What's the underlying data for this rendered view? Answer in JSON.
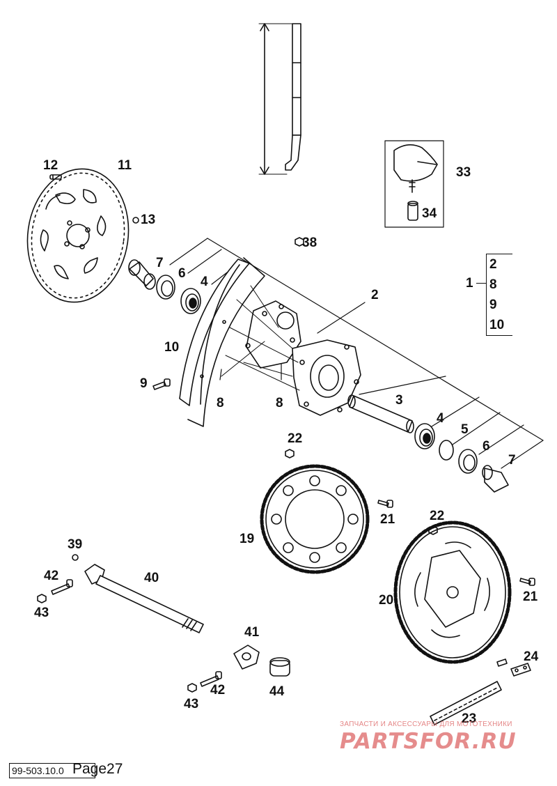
{
  "labels": {
    "p1": "1",
    "p2": "2",
    "p3": "3",
    "p4a": "4",
    "p4b": "4",
    "p5": "5",
    "p6a": "6",
    "p6b": "6",
    "p7a": "7",
    "p7b": "7",
    "p8a": "8",
    "p8b": "8",
    "p9": "9",
    "p10": "10",
    "p11": "11",
    "p12": "12",
    "p13": "13",
    "p19": "19",
    "p20": "20",
    "p21a": "21",
    "p21b": "21",
    "p22a": "22",
    "p22b": "22",
    "p23": "23",
    "p24": "24",
    "p33": "33",
    "p34": "34",
    "p38": "38",
    "p39": "39",
    "p40": "40",
    "p41": "41",
    "p42a": "42",
    "p42b": "42",
    "p43a": "43",
    "p43b": "43",
    "p44": "44"
  },
  "bracket": {
    "items": [
      "2",
      "8",
      "9",
      "10"
    ]
  },
  "watermark": {
    "subtitle": "ЗАПЧАСТИ И АКСЕССУАРЫ ДЛЯ МОТОТЕХНИКИ",
    "logo": "PARTSFOR.RU"
  },
  "footer": {
    "doc_code": "99-503.10.0",
    "page_label": "Page27"
  }
}
